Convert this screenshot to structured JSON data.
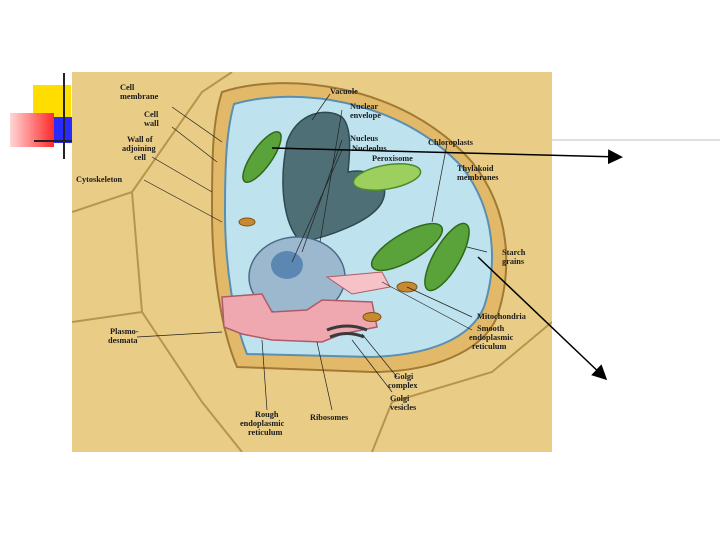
{
  "figure": {
    "labels": {
      "cell_membrane": [
        "Cell",
        "membrane"
      ],
      "cell_wall": [
        "Cell",
        "wall"
      ],
      "wall_adjoining": [
        "Wall of",
        "adjoining",
        "cell"
      ],
      "cytoskeleton": [
        "Cytoskeleton"
      ],
      "vacuole": [
        "Vacuole"
      ],
      "nuclear_envelope": [
        "Nuclear",
        "envelope"
      ],
      "nucleus": [
        "Nucleus"
      ],
      "nucleolus": [
        "Nucleolus"
      ],
      "peroxisome": [
        "Peroxisome"
      ],
      "chloroplasts": [
        "Chloroplasts"
      ],
      "thylakoid": [
        "Thylakoid",
        "membranes"
      ],
      "starch": [
        "Starch",
        "grains"
      ],
      "mitochondria": [
        "Mitochondria"
      ],
      "smooth_er": [
        "Smooth",
        "endoplasmic",
        "reticulum"
      ],
      "plasmodesmata": [
        "Plasmo-",
        "desmata"
      ],
      "golgi_complex": [
        "Golgi",
        "complex"
      ],
      "golgi_vesicles": [
        "Golgi",
        "vesicles"
      ],
      "ribosomes": [
        "Ribosomes"
      ],
      "rough_er": [
        "Rough",
        "endoplasmic",
        "reticulum"
      ]
    }
  },
  "colors": {
    "deco_yellow": "#ffdd00",
    "deco_red": "#ff2a2a",
    "deco_blue": "#2a2aff",
    "wall": "#e8c77a",
    "cytoplasm": "#bfe3ee",
    "vacuole": "#4e6f76",
    "nucleus": "#9bb8cf",
    "chloroplast": "#5aa23a",
    "rough_er": "#f0a8b0"
  }
}
